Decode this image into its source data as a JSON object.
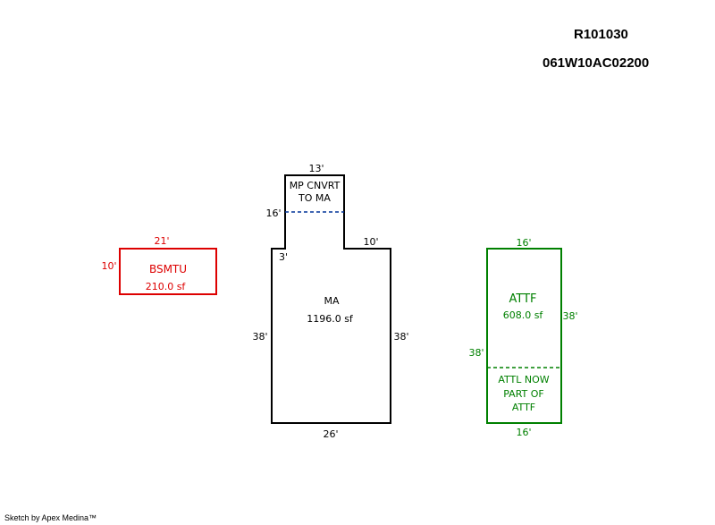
{
  "header": {
    "account_number": "R101030",
    "parcel_number": "061W10AC02200"
  },
  "footer": {
    "credit": "Sketch by Apex Medina™"
  },
  "colors": {
    "main": "#000000",
    "basement": "#dd0000",
    "garage": "#008000",
    "divider": "#003399"
  },
  "sketch": {
    "ma": {
      "code": "MA",
      "area": "1196.0 sf",
      "upper_label_line1": "MP CNVRT",
      "upper_label_line2": "TO MA",
      "dim_top": "13'",
      "dim_upper_left": "16'",
      "dim_right_step": "10'",
      "dim_left_step": "3'",
      "dim_left": "38'",
      "dim_right": "38'",
      "dim_bottom": "26'"
    },
    "bsmtu": {
      "code": "BSMTU",
      "area": "210.0 sf",
      "dim_top": "21'",
      "dim_left": "10'"
    },
    "attf": {
      "code": "ATTF",
      "area": "608.0 sf",
      "note_line1": "ATTL NOW",
      "note_line2": "PART OF",
      "note_line3": "ATTF",
      "dim_top": "16'",
      "dim_right": "38'",
      "dim_left": "38'",
      "dim_bottom": "16'"
    }
  }
}
